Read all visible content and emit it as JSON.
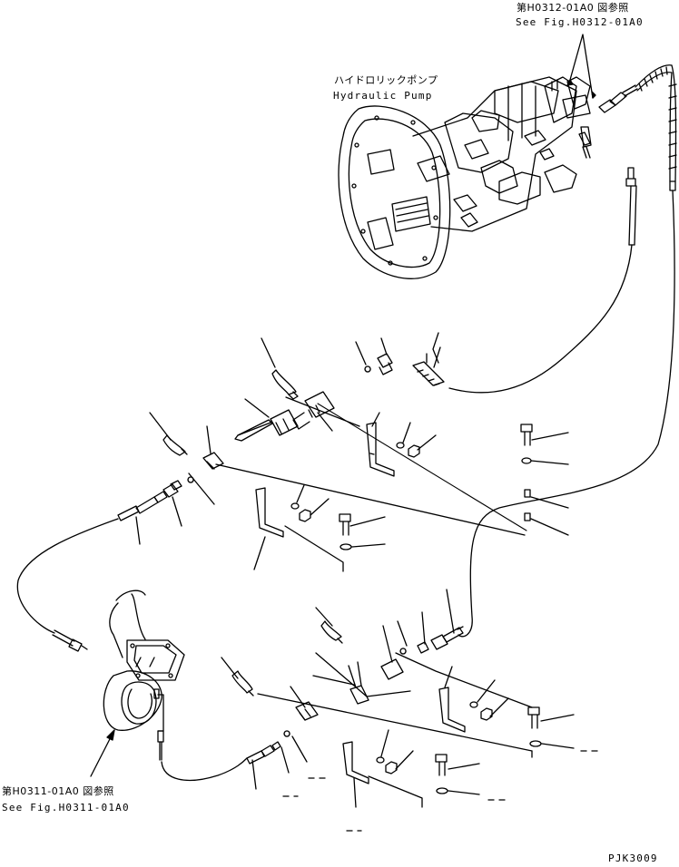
{
  "colors": {
    "ink": "#000000",
    "paper": "#ffffff"
  },
  "refs": {
    "pump_fig_jp": "第H0312-01A0 図参照",
    "pump_fig_en": "See Fig.H0312-01A0",
    "tank_fig_jp": "第H0311-01A0 図参照",
    "tank_fig_en": "See Fig.H0311-01A0"
  },
  "pump": {
    "label_jp": "ハイドロリックポンプ",
    "label_en": "Hydraulic Pump"
  },
  "drawing_id": "PJK3009"
}
